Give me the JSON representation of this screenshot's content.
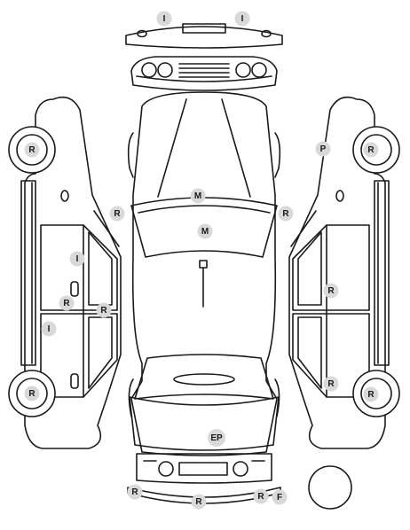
{
  "markers": [
    {
      "id": "front-bumper-left",
      "code": "I"
    },
    {
      "id": "front-bumper-right",
      "code": "I"
    },
    {
      "id": "left-front-wheel",
      "code": "R"
    },
    {
      "id": "right-front-wheel",
      "code": "R"
    },
    {
      "id": "right-front-fender",
      "code": "P"
    },
    {
      "id": "windshield",
      "code": "M"
    },
    {
      "id": "roof",
      "code": "M"
    },
    {
      "id": "left-mirror",
      "code": "R"
    },
    {
      "id": "right-mirror",
      "code": "R"
    },
    {
      "id": "left-front-door",
      "code": "I"
    },
    {
      "id": "left-front-door-lower",
      "code": "R"
    },
    {
      "id": "left-door-pillar",
      "code": "R"
    },
    {
      "id": "left-rear-door",
      "code": "I"
    },
    {
      "id": "right-front-door-handle",
      "code": "R"
    },
    {
      "id": "right-rear-door-handle",
      "code": "R"
    },
    {
      "id": "left-rear-wheel",
      "code": "R"
    },
    {
      "id": "right-rear-wheel",
      "code": "R"
    },
    {
      "id": "trunk",
      "code": "EP"
    },
    {
      "id": "rear-bumper-left",
      "code": "R"
    },
    {
      "id": "rear-bumper-center",
      "code": "R"
    },
    {
      "id": "rear-bumper-right",
      "code": "R"
    },
    {
      "id": "rear-bumper-far-right",
      "code": "F"
    }
  ],
  "colors": {
    "marker": "#d9d9d9",
    "line": "#1a1a1a",
    "background": "#ffffff"
  }
}
